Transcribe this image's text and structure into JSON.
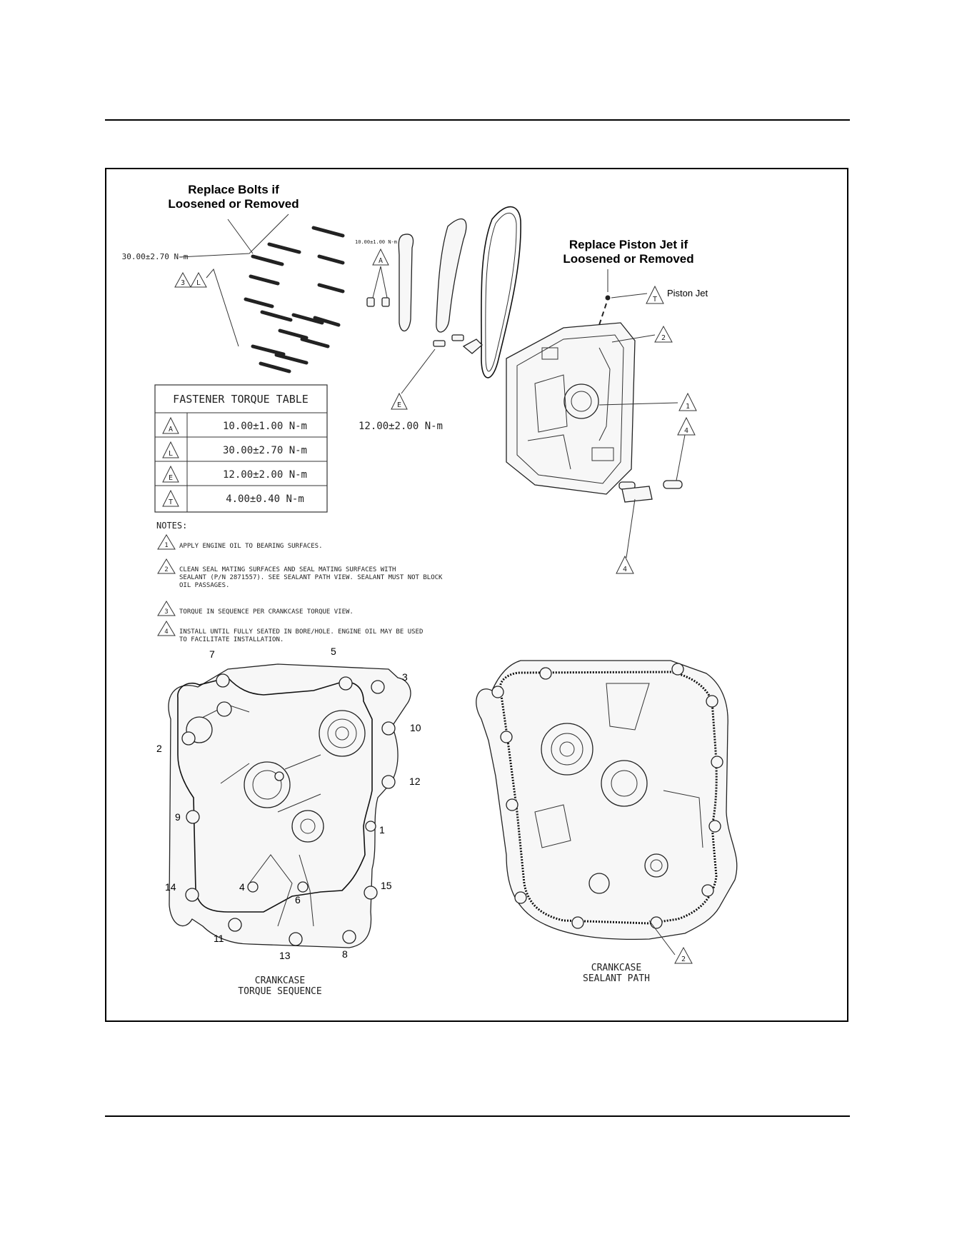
{
  "callouts": {
    "replace_bolts_l1": "Replace Bolts if",
    "replace_bolts_l2": "Loosened or Removed",
    "replace_jet_l1": "Replace Piston Jet if",
    "replace_jet_l2": "Loosened or Removed",
    "piston_jet": "Piston Jet"
  },
  "torque_labels": {
    "bolts": "30.00±2.70 N-m",
    "guide_small": "10.00±1.00 N-m",
    "pin": "12.00±2.00 N-m"
  },
  "markers": {
    "bolt_3": "3",
    "bolt_L": "L",
    "guide_A": "A",
    "pin_E": "E",
    "jet_T": "T",
    "seal_2": "2",
    "oil_1": "1",
    "dowel_4a": "4",
    "dowel_4b": "4",
    "sealant_2": "2"
  },
  "torque_table": {
    "title": "FASTENER TORQUE TABLE",
    "rows": [
      {
        "code": "A",
        "value": "10.00±1.00 N-m"
      },
      {
        "code": "L",
        "value": "30.00±2.70 N-m"
      },
      {
        "code": "E",
        "value": "12.00±2.00 N-m"
      },
      {
        "code": "T",
        "value": "4.00±0.40 N-m"
      }
    ]
  },
  "notes": {
    "heading": "NOTES:",
    "items": [
      {
        "num": "1",
        "lines": [
          "APPLY ENGINE OIL TO BEARING SURFACES."
        ]
      },
      {
        "num": "2",
        "lines": [
          "CLEAN SEAL MATING SURFACES AND SEAL MATING SURFACES WITH",
          "SEALANT (P/N 2871557). SEE SEALANT PATH VIEW. SEALANT MUST NOT BLOCK",
          "OIL PASSAGES."
        ]
      },
      {
        "num": "3",
        "lines": [
          "TORQUE IN SEQUENCE PER CRANKCASE TORQUE VIEW."
        ]
      },
      {
        "num": "4",
        "lines": [
          "INSTALL UNTIL FULLY SEATED IN BORE/HOLE. ENGINE OIL MAY BE USED",
          "TO FACILITATE INSTALLATION."
        ]
      }
    ]
  },
  "sequence_numbers": {
    "n1": "1",
    "n2": "2",
    "n3": "3",
    "n4": "4",
    "n5": "5",
    "n6": "6",
    "n7": "7",
    "n8": "8",
    "n9": "9",
    "n10": "10",
    "n11": "11",
    "n12": "12",
    "n13": "13",
    "n14": "14",
    "n15": "15"
  },
  "view_labels": {
    "torque_l1": "CRANKCASE",
    "torque_l2": "TORQUE SEQUENCE",
    "sealant_l1": "CRANKCASE",
    "sealant_l2": "SEALANT PATH"
  }
}
